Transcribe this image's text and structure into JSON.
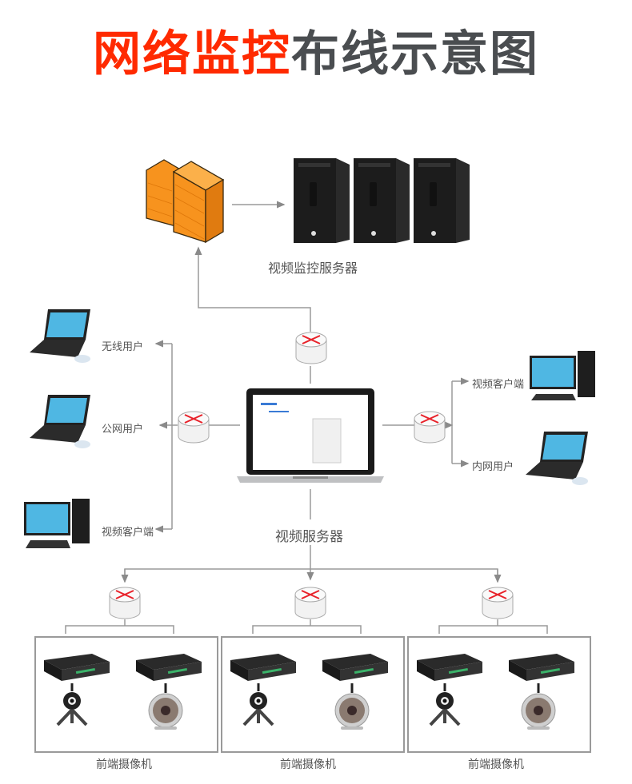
{
  "title": {
    "highlight": "网络监控",
    "rest": "布线示意图",
    "highlight_color": "#ff2a00",
    "rest_color": "#4a4d50"
  },
  "nodes": {
    "firewall": {
      "icon": "firewall-icon"
    },
    "servers": {
      "label": "视频监控服务器",
      "count": 3,
      "icon": "tower-pc-icon"
    },
    "center": {
      "label": "视频服务器",
      "icon": "laptop-icon"
    },
    "left_clients": [
      {
        "label": "无线用户",
        "icon": "laptop-icon"
      },
      {
        "label": "公网用户",
        "icon": "laptop-icon"
      },
      {
        "label": "视频客户端",
        "icon": "desktop-pc-icon"
      }
    ],
    "right_clients": [
      {
        "label": "视频客户端",
        "icon": "desktop-pc-icon"
      },
      {
        "label": "内网用户",
        "icon": "laptop-icon"
      }
    ],
    "front_groups": [
      {
        "label": "前端摄像机"
      },
      {
        "label": "前端摄像机"
      },
      {
        "label": "前端摄像机"
      }
    ]
  },
  "colors": {
    "line": "#8a8a8a",
    "router_arrow": "#e8222a",
    "firewall": "#f7931e",
    "screen": "#3fb2e0"
  }
}
